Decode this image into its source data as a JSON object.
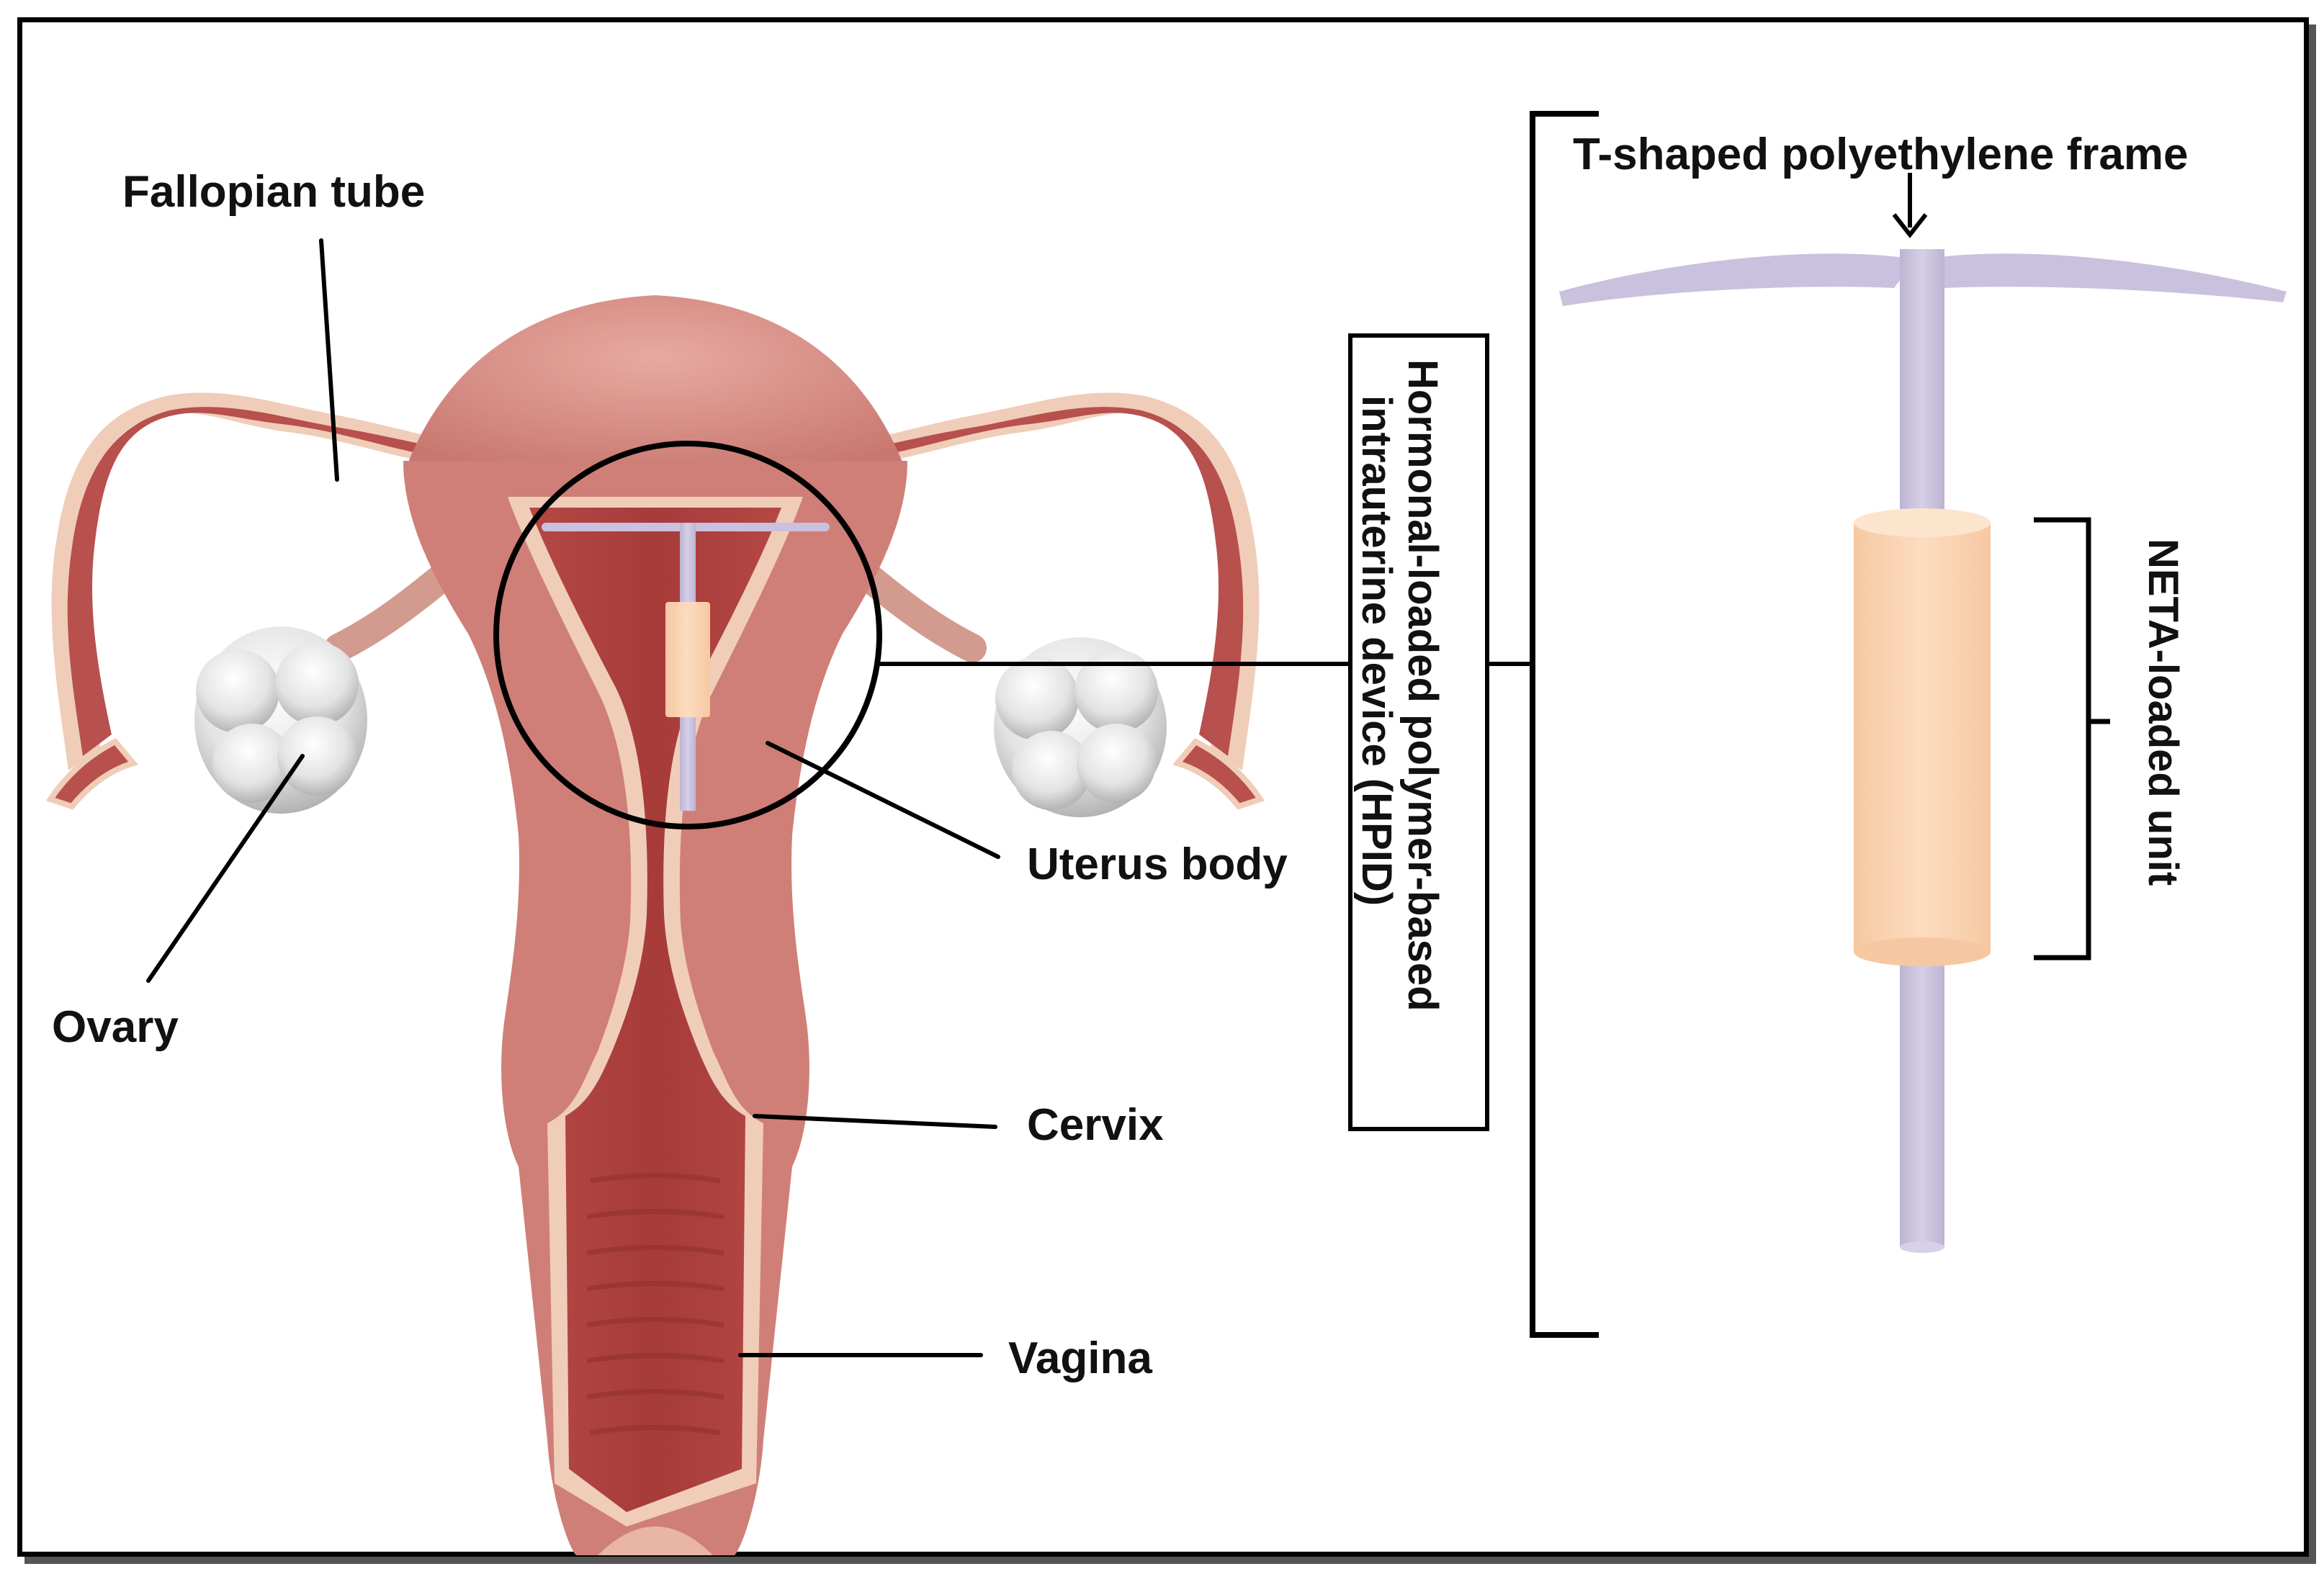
{
  "labels": {
    "fallopian_tube": "Fallopian tube",
    "ovary": "Ovary",
    "uterus_body": "Uterus body",
    "cervix": "Cervix",
    "vagina": "Vagina",
    "t_frame": "T-shaped polyethylene frame",
    "neta_unit": "NETA-loaded unit",
    "hpid_line1": "Hormonal-loaded polymer-based",
    "hpid_line2": "intrauterine device (HPID)"
  },
  "colors": {
    "tissue_dark": "#a8403f",
    "tissue_mid": "#c66a66",
    "tissue_light": "#d98f86",
    "tissue_rim": "#f0cdb9",
    "ovary": "#e2e2e2",
    "frame": "#c9c1dd",
    "neta": "#fad5b2"
  }
}
